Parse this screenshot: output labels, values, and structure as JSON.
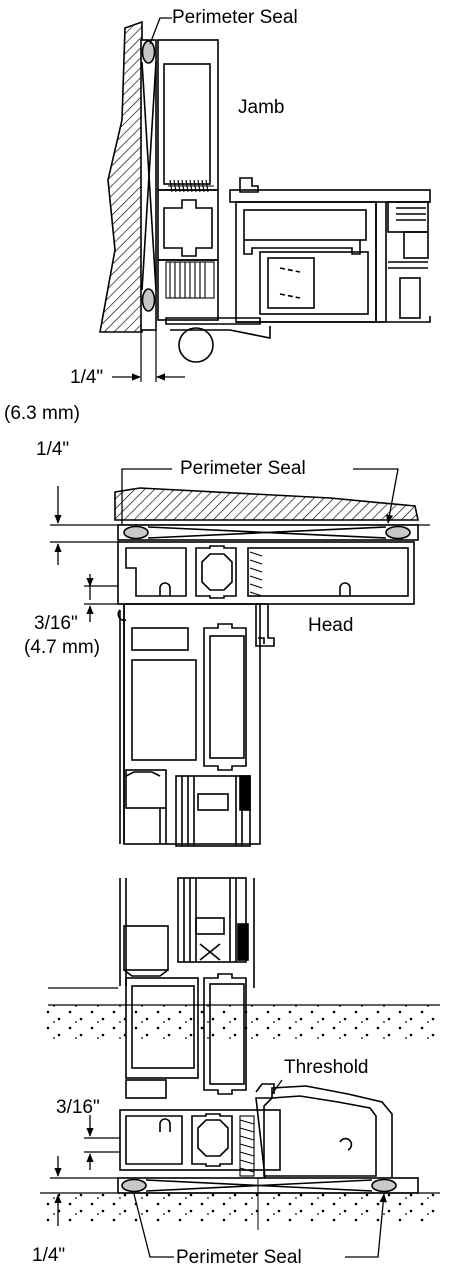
{
  "labels": {
    "jamb_seal": "Perimeter Seal",
    "jamb": "Jamb",
    "jamb_gap": "1/4\"",
    "jamb_gap_mm": "(6.3 mm)",
    "head_gap": "1/4\"",
    "head_seal": "Perimeter Seal",
    "head_offset": "3/16\"",
    "head_offset_mm": "(4.7 mm)",
    "head": "Head",
    "threshold": "Threshold",
    "threshold_offset": "3/16\"",
    "threshold_gap": "1/4\"",
    "threshold_seal": "Perimeter Seal"
  },
  "colors": {
    "ink": "#000000",
    "seal": "#c8c8c8",
    "paper": "#ffffff"
  }
}
